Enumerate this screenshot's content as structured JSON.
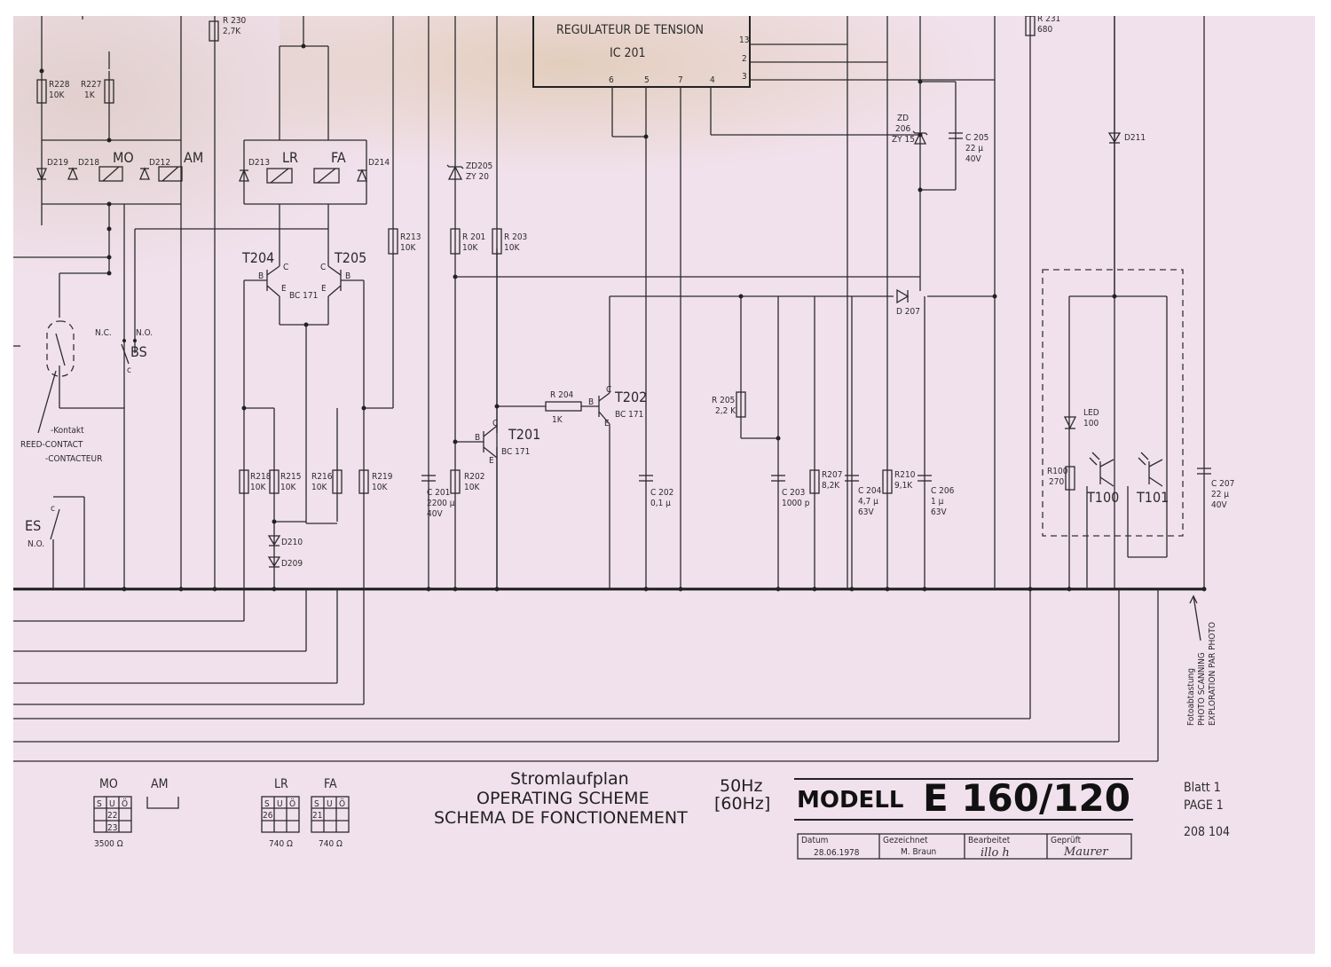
{
  "ic201": {
    "title": "REGULATEUR DE TENSION",
    "name": "IC 201",
    "pins": [
      "6",
      "5",
      "7",
      "4",
      "13",
      "2",
      "3"
    ]
  },
  "relays": {
    "mo": "MO",
    "am": "AM",
    "lr": "LR",
    "fa": "FA"
  },
  "diodes": {
    "d219": "D219",
    "d218": "D218",
    "d212": "D212",
    "d213": "D213",
    "d214": "D214",
    "zd205a": "ZD205",
    "zd205b": "ZY 20",
    "zd206a": "ZD",
    "zd206b": "206",
    "zd206c": "ZY 15",
    "d207": "D 207",
    "d211": "D211",
    "d210": "D210",
    "d209": "D209"
  },
  "resistors": {
    "r230a": "R 230",
    "r230b": "2,7K",
    "r228a": "R228",
    "r228b": "10K",
    "r227a": "R227",
    "r227b": "1K",
    "r213a": "R213",
    "r213b": "10K",
    "r201a": "R 201",
    "r201b": "10K",
    "r203a": "R 203",
    "r203b": "10K",
    "r204a": "R 204",
    "r204b": "1K",
    "r205a": "R 205",
    "r205b": "2,2 K",
    "r218a": "R218",
    "r218b": "10K",
    "r215a": "R215",
    "r215b": "10K",
    "r216a": "R216",
    "r216b": "10K",
    "r219a": "R219",
    "r219b": "10K",
    "r202a": "R202",
    "r202b": "10K",
    "r207a": "R207",
    "r207b": "8,2K",
    "r210a": "R210",
    "r210b": "9,1K",
    "r100a": "R100",
    "r100b": "270",
    "r231a": "R 231",
    "r231b": "680"
  },
  "capacitors": {
    "c201a": "C 201",
    "c201b": "2200 µ",
    "c201c": "40V",
    "c202a": "C 202",
    "c202b": "0,1 µ",
    "c203a": "C 203",
    "c203b": "1000 p",
    "c204a": "C 204",
    "c204b": "4,7 µ",
    "c204c": "63V",
    "c206a": "C 206",
    "c206b": "1 µ",
    "c206c": "63V",
    "c205a": "C 205",
    "c205b": "22 µ",
    "c205c": "40V",
    "c207a": "C 207",
    "c207b": "22 µ",
    "c207c": "40V"
  },
  "transistors": {
    "t204": "T204",
    "t205": "T205",
    "bc171": "BC 171",
    "t201": "T201",
    "t201t": "BC 171",
    "t202": "T202",
    "t202t": "BC 171",
    "t100": "T100",
    "t101": "T101"
  },
  "terminals": {
    "b": "B",
    "c": "C",
    "e": "E"
  },
  "switches": {
    "bs": "BS",
    "nc": "N.C.",
    "no": "N.O.",
    "es": "ES",
    "es_no": "N.O.",
    "c": "c"
  },
  "reed": {
    "line1": "-Kontakt",
    "line2": "REED-CONTACT",
    "line3": "-CONTACTEUR"
  },
  "led": {
    "label": "LED",
    "value": "100"
  },
  "photo_note": {
    "line1": "Fotoabtastung",
    "line2": "PHOTO SCANNING",
    "line3": "EXPLORATION PAR PHOTO"
  },
  "legend": {
    "mo": "MO",
    "am": "AM",
    "lr": "LR",
    "fa": "FA",
    "s": "S",
    "u": "U",
    "o": "Ö",
    "mo_n1": "22",
    "mo_n2": "23",
    "lr_n": "26",
    "fa_n": "21",
    "mo_ohm": "3500 Ω",
    "lr_ohm": "740 Ω",
    "fa_ohm": "740 Ω"
  },
  "title": {
    "line1": "Stromlaufplan",
    "line2": "OPERATING SCHEME",
    "line3": "SCHEMA DE FONCTIONEMENT"
  },
  "freq": {
    "line1": "50Hz",
    "line2": "[60Hz]"
  },
  "model": {
    "prefix": "MODELL",
    "number": "E 160/120"
  },
  "sheet": {
    "line1": "Blatt 1",
    "line2": "PAGE 1",
    "number": "208 104"
  },
  "titleblock": {
    "datum_label": "Datum",
    "datum": "28.06.1978",
    "gez_label": "Gezeichnet",
    "gez": "M. Braun",
    "bearb_label": "Bearbeitet",
    "bearb_sig": "illo h",
    "gepr_label": "Geprüft",
    "gepr_sig": "Maurer"
  }
}
